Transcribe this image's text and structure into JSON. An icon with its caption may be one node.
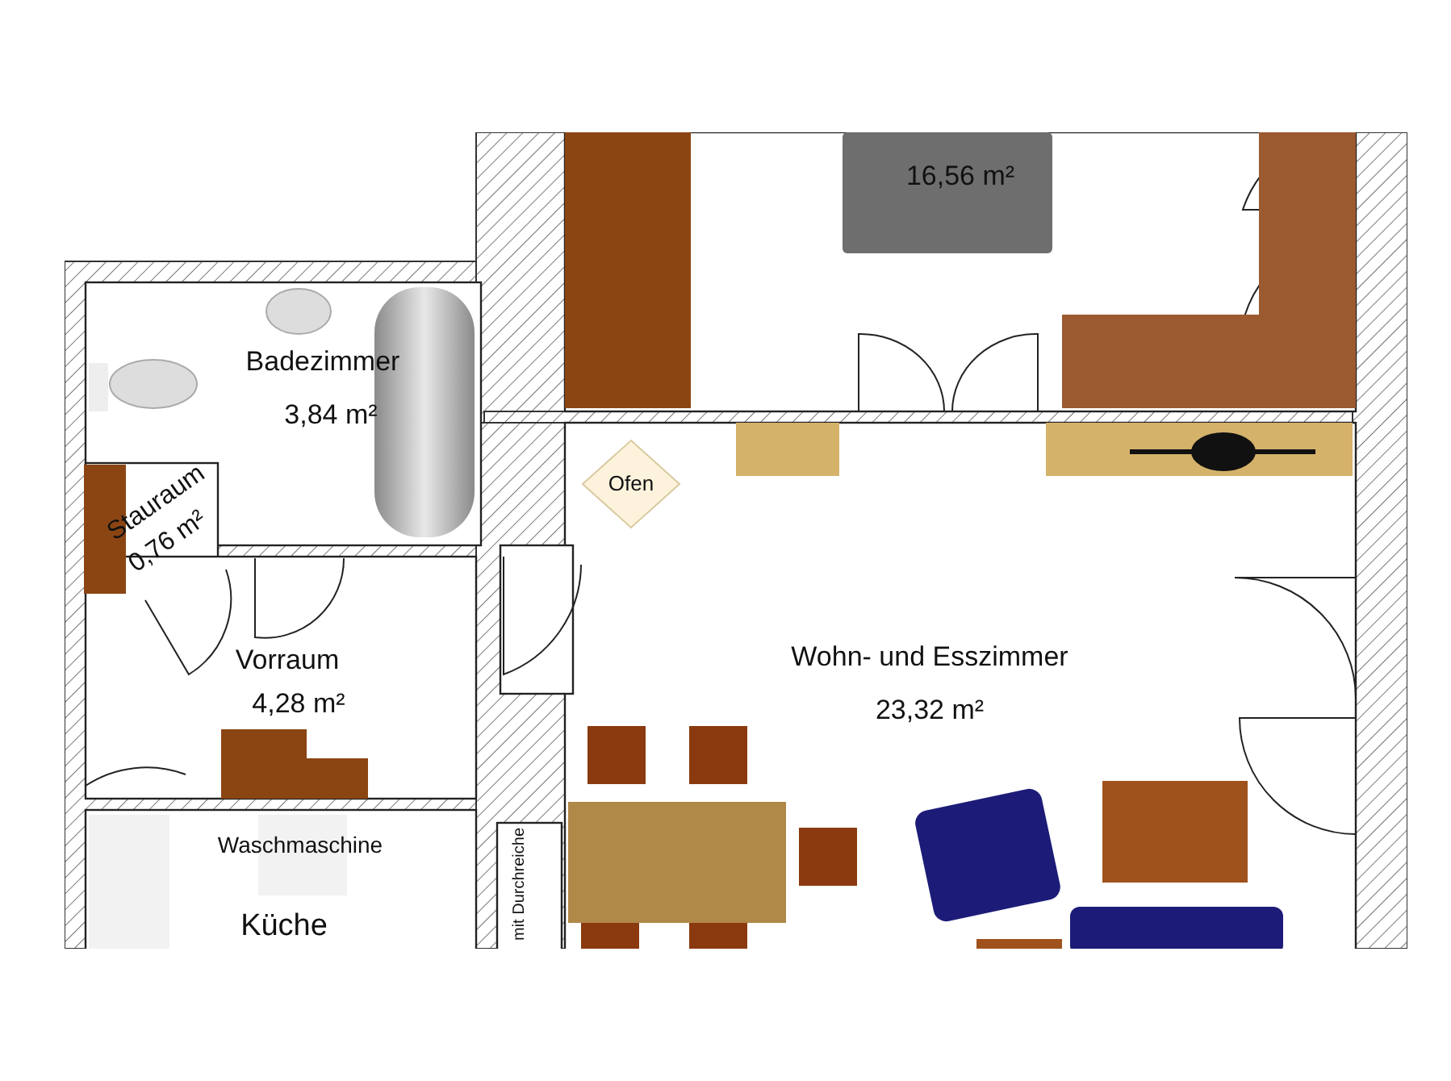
{
  "diagram": {
    "nodes": [
      {
        "text": [
          "16,56 m²"
        ]
      },
      {
        "text": [
          "Badezimmer",
          "3,84 m²"
        ]
      },
      {
        "text": [
          "Stauraum",
          "0,76 m²"
        ]
      },
      {
        "text": [
          "Wohn- und Esszimmer",
          "23,32 m²"
        ]
      },
      {
        "text": [
          "Ofen"
        ],
        "in": 3
      },
      {
        "text": [
          "Vorraum",
          "4,28 m²"
        ]
      },
      {
        "text": [
          "Küche"
        ]
      }
    ],
    "labels": [
      "Waschmaschine",
      "mit Durchreiche"
    ]
  }
}
